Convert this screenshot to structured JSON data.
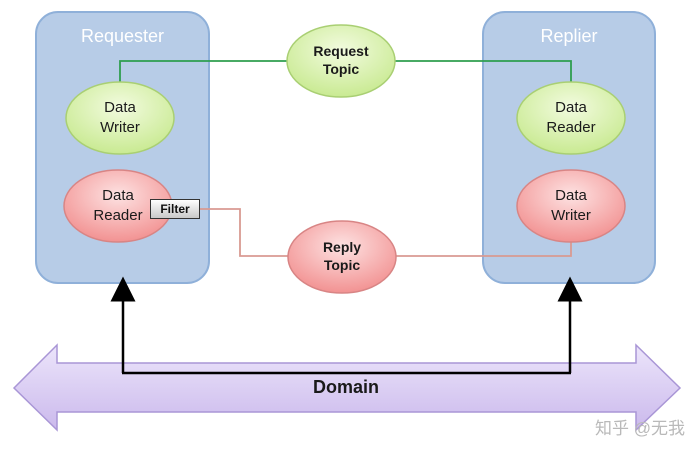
{
  "requester": {
    "title": "Requester",
    "writer_line1": "Data",
    "writer_line2": "Writer",
    "reader_line1": "Data",
    "reader_line2": "Reader",
    "filter": "Filter"
  },
  "replier": {
    "title": "Replier",
    "reader_line1": "Data",
    "reader_line2": "Reader",
    "writer_line1": "Data",
    "writer_line2": "Writer"
  },
  "request_topic": {
    "line1": "Request",
    "line2": "Topic"
  },
  "reply_topic": {
    "line1": "Reply",
    "line2": "Topic"
  },
  "domain": {
    "label": "Domain"
  },
  "watermark": "知乎 @无我",
  "colors": {
    "panel_fill": "#b7cce7",
    "panel_stroke": "#8fb0d9",
    "green_fill": "#d6f0a6",
    "red_fill": "#f6a3a3",
    "request_line": "#2e9e4f",
    "reply_line": "#d99a92",
    "domain_fill": "#d8cbef"
  }
}
